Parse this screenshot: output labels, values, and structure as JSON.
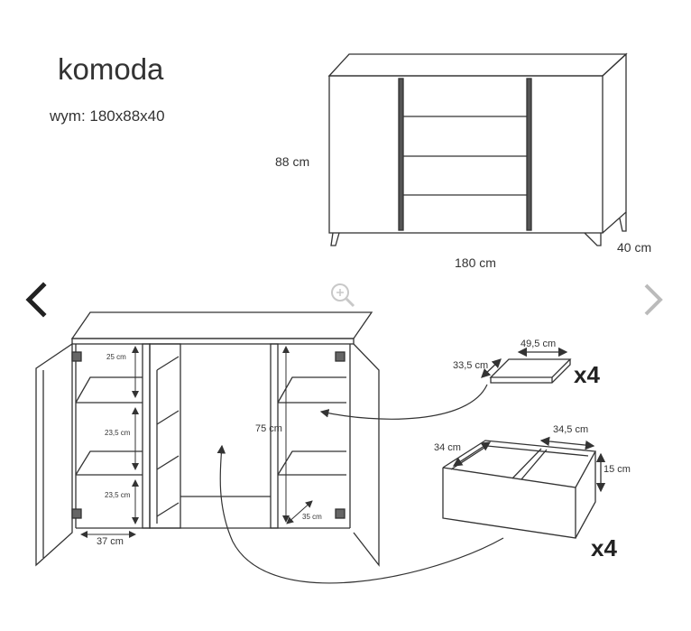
{
  "title": "komoda",
  "dimensions": "wym: 180x88x40",
  "front_view": {
    "height_label": "88 cm",
    "width_label": "180 cm",
    "depth_label": "40 cm"
  },
  "interior": {
    "shelf_top": "25 cm",
    "shelf_mid": "23,5 cm",
    "shelf_bottom": "23,5 cm",
    "inner_height": "75 cm",
    "compartment_width": "37 cm",
    "compartment_depth": "35 cm"
  },
  "shelf_part": {
    "width": "49,5 cm",
    "depth": "33,5 cm",
    "quantity": "x4"
  },
  "drawer_part": {
    "depth": "34 cm",
    "width": "34,5 cm",
    "height": "15 cm",
    "quantity": "x4"
  },
  "icons": [
    "chevron-left-icon",
    "chevron-right-icon",
    "zoom-in-icon"
  ],
  "colors": {
    "line": "#333333",
    "nav_left": "#222222",
    "nav_right": "#bbbbbb",
    "zoom": "#c8c8c8"
  }
}
